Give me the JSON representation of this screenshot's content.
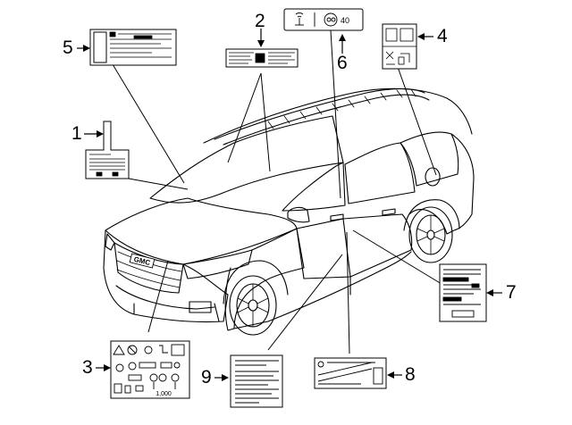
{
  "diagram": {
    "callouts": [
      "1",
      "2",
      "3",
      "4",
      "5",
      "6",
      "7",
      "8",
      "9"
    ],
    "grille_badge": "GMC",
    "label_6_text": "40",
    "label_3_odometer": "1,000"
  },
  "colors": {
    "line": "#000000",
    "background": "#ffffff",
    "label_fill": "#ffffff",
    "label_gray": "#9a9a9a"
  }
}
